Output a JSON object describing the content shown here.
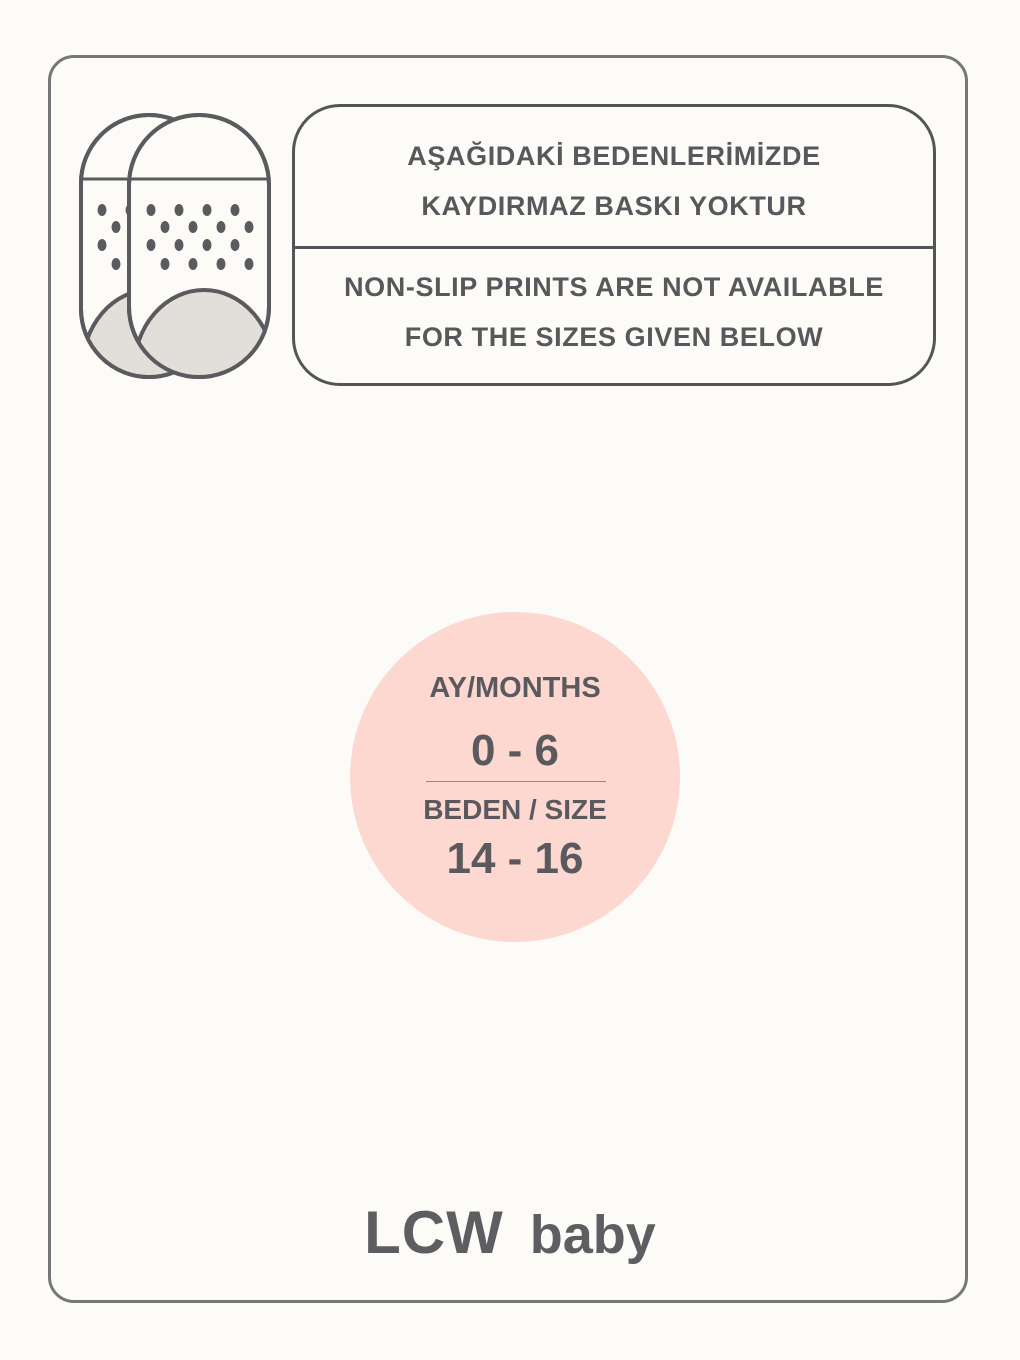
{
  "notice": {
    "tr_line1": "AŞAĞIDAKİ BEDENLERİMİZDE",
    "tr_line2": "KAYDIRMAZ BASKI YOKTUR",
    "en_line1": "NON-SLIP PRINTS ARE NOT AVAILABLE",
    "en_line2": "FOR THE SIZES GIVEN BELOW"
  },
  "size": {
    "months_label": "AY/MONTHS",
    "months_value": "0 - 6",
    "size_label": "BEDEN / SIZE",
    "size_value": "14 - 16"
  },
  "brand": {
    "name": "LCW",
    "sub": "baby"
  },
  "icons": {
    "socks": "sock-pair-icon"
  },
  "colors": {
    "outline": "#77777a",
    "text": "#58585c",
    "circle_fill": "#fcd8d1",
    "heel_fill": "#e2dfdb",
    "background": "#fdfbf8"
  }
}
